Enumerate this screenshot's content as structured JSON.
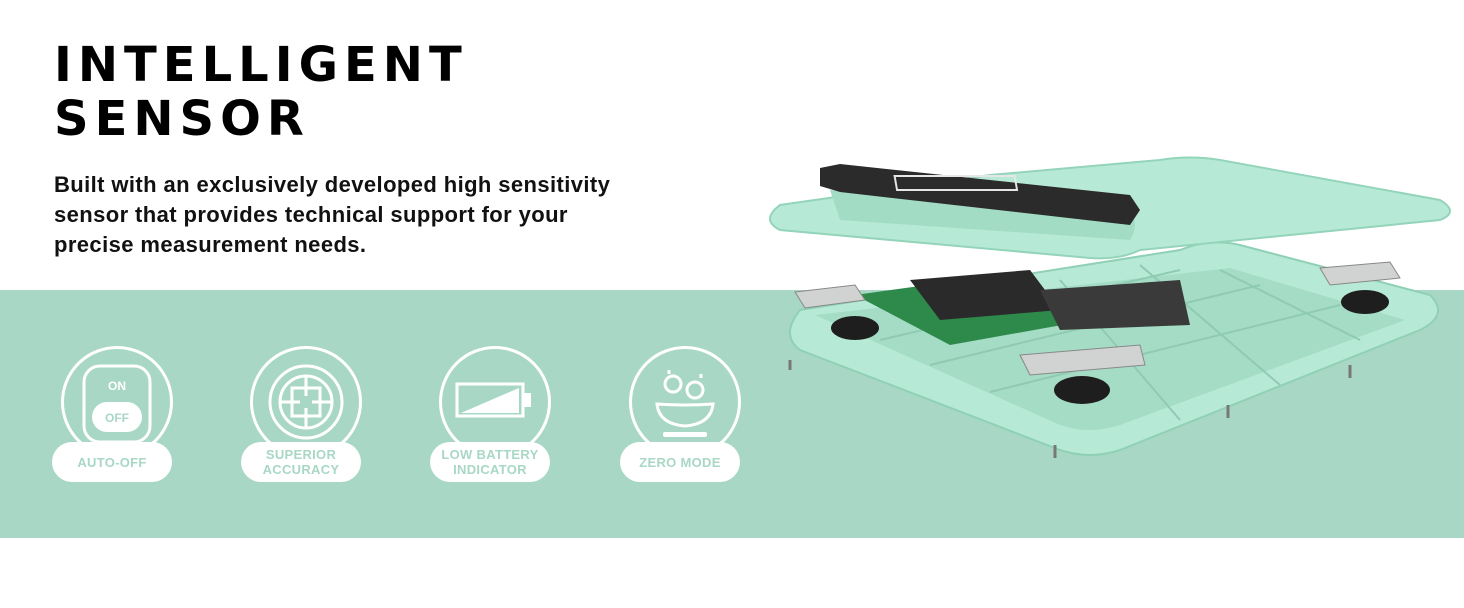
{
  "heading": {
    "line1": "INTELLIGENT",
    "line2": "SENSOR"
  },
  "description": "Built with an exclusively developed high sensitivity sensor that provides technical support for your precise measurement needs.",
  "features": [
    {
      "label": "AUTO-OFF",
      "icon": "on-off-toggle-icon",
      "toggle_on": "ON",
      "toggle_off": "OFF"
    },
    {
      "label": "SUPERIOR ACCURACY",
      "icon": "crosshair-target-icon"
    },
    {
      "label": "LOW BATTERY INDICATOR",
      "icon": "low-battery-icon"
    },
    {
      "label": "ZERO MODE",
      "icon": "bowl-tare-icon"
    }
  ],
  "colors": {
    "accent": "#a8d8c5",
    "scale_body": "#b7ead6",
    "text": "#000000"
  }
}
